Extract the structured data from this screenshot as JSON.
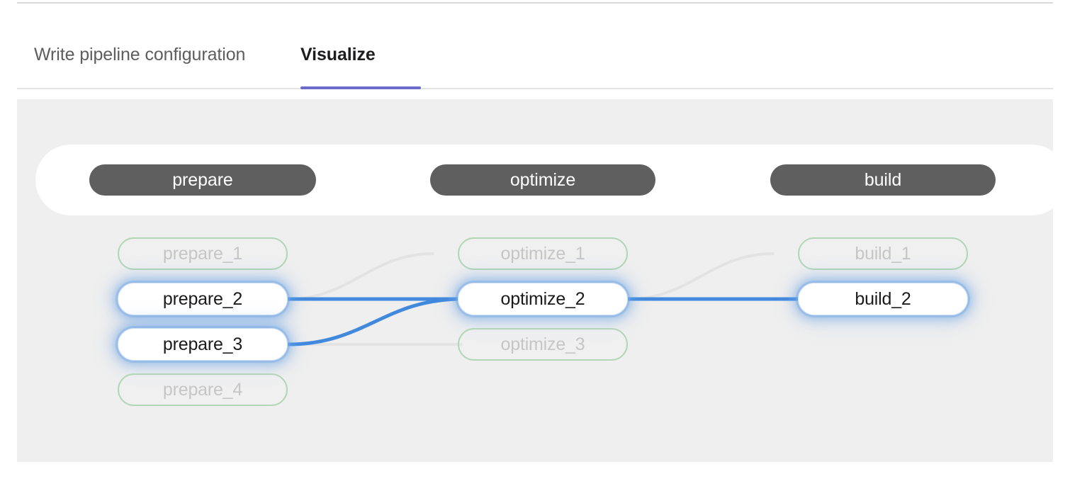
{
  "window": {
    "top_rule": "divider"
  },
  "tabs": [
    {
      "label": "Write pipeline configuration",
      "active": false,
      "name": "tab-write-pipeline-configuration"
    },
    {
      "label": "Visualize",
      "active": true,
      "name": "tab-visualize"
    }
  ],
  "colors": {
    "accent": "#6b69c9",
    "canvas_bg": "#efefef",
    "stage_pill": "#5f5f5f",
    "node_border_dim": "#b2d6b8",
    "node_text_dim": "#c6c6c6",
    "edge_active": "#4189dd",
    "edge_dim": "#e3e3e3",
    "node_glow": "#6ea5e6"
  },
  "graph": {
    "stages": [
      {
        "label": "prepare",
        "name": "stage-prepare"
      },
      {
        "label": "optimize",
        "name": "stage-optimize"
      },
      {
        "label": "build",
        "name": "stage-build"
      }
    ],
    "columns": [
      {
        "stage": "prepare",
        "nodes": [
          {
            "label": "prepare_1",
            "active": false
          },
          {
            "label": "prepare_2",
            "active": true
          },
          {
            "label": "prepare_3",
            "active": true
          },
          {
            "label": "prepare_4",
            "active": false
          }
        ]
      },
      {
        "stage": "optimize",
        "nodes": [
          {
            "label": "optimize_1",
            "active": false
          },
          {
            "label": "optimize_2",
            "active": true
          },
          {
            "label": "optimize_3",
            "active": false
          }
        ]
      },
      {
        "stage": "build",
        "nodes": [
          {
            "label": "build_1",
            "active": false
          },
          {
            "label": "build_2",
            "active": true
          }
        ]
      }
    ],
    "edges": [
      {
        "from": "prepare_2",
        "to": "optimize_1",
        "active": false
      },
      {
        "from": "prepare_2",
        "to": "optimize_2",
        "active": true
      },
      {
        "from": "prepare_3",
        "to": "optimize_2",
        "active": true
      },
      {
        "from": "prepare_3",
        "to": "optimize_3",
        "active": false
      },
      {
        "from": "optimize_2",
        "to": "build_1",
        "active": false
      },
      {
        "from": "optimize_2",
        "to": "build_2",
        "active": true
      }
    ]
  }
}
